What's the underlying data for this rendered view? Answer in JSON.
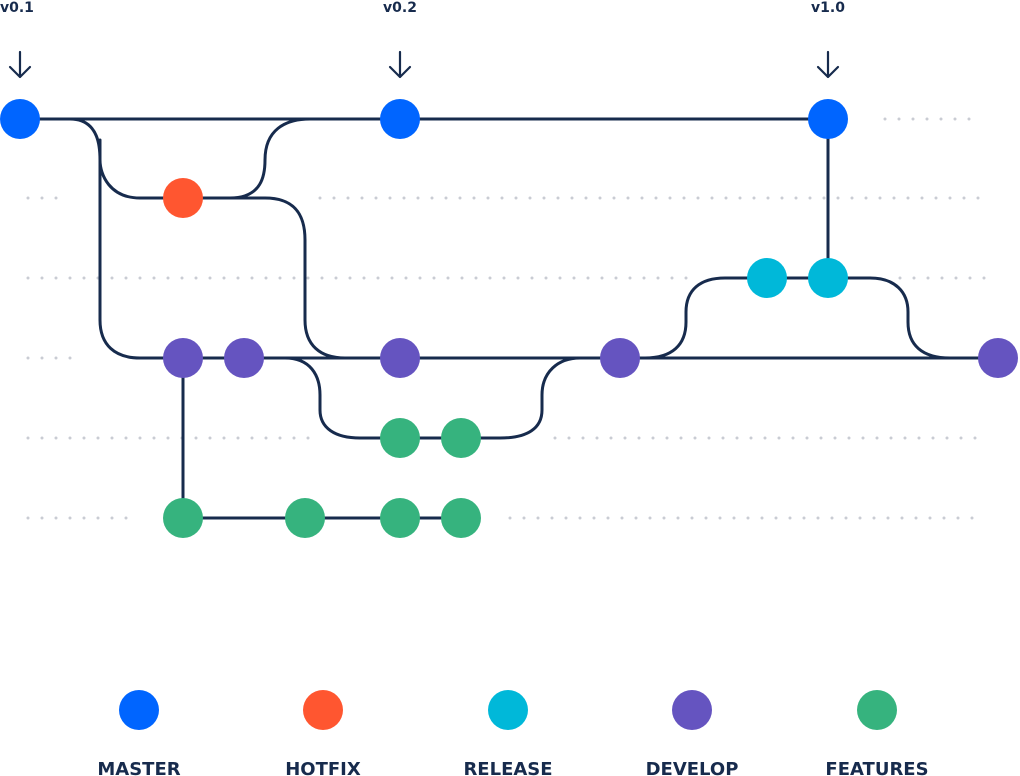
{
  "tags": [
    {
      "label": "v0.1",
      "commit": "m1"
    },
    {
      "label": "v0.2",
      "commit": "m2"
    },
    {
      "label": "v1.0",
      "commit": "m3"
    }
  ],
  "branches": [
    {
      "key": "master",
      "label": "MASTER",
      "color": "#0065ff"
    },
    {
      "key": "hotfix",
      "label": "HOTFIX",
      "color": "#ff5630"
    },
    {
      "key": "release",
      "label": "RELEASE",
      "color": "#00b8d9"
    },
    {
      "key": "develop",
      "label": "DEVELOP",
      "color": "#6554c0"
    },
    {
      "key": "features",
      "label": "FEATURES",
      "color": "#36b37e"
    }
  ],
  "commits": [
    {
      "id": "m1",
      "branch": "master"
    },
    {
      "id": "m2",
      "branch": "master"
    },
    {
      "id": "m3",
      "branch": "master"
    },
    {
      "id": "h1",
      "branch": "hotfix"
    },
    {
      "id": "r1",
      "branch": "release"
    },
    {
      "id": "r2",
      "branch": "release"
    },
    {
      "id": "d1",
      "branch": "develop"
    },
    {
      "id": "d2",
      "branch": "develop"
    },
    {
      "id": "d3",
      "branch": "develop"
    },
    {
      "id": "d4",
      "branch": "develop"
    },
    {
      "id": "d5",
      "branch": "develop"
    },
    {
      "id": "fa1",
      "branch": "features"
    },
    {
      "id": "fa2",
      "branch": "features"
    },
    {
      "id": "fb1",
      "branch": "features"
    },
    {
      "id": "fb2",
      "branch": "features"
    },
    {
      "id": "fb3",
      "branch": "features"
    },
    {
      "id": "fb4",
      "branch": "features"
    }
  ],
  "edges": [
    [
      "m1",
      "m2"
    ],
    [
      "m2",
      "m3"
    ],
    [
      "m1",
      "h1"
    ],
    [
      "h1",
      "m2"
    ],
    [
      "h1",
      "d3"
    ],
    [
      "m1",
      "d1"
    ],
    [
      "d1",
      "d2"
    ],
    [
      "d2",
      "d3"
    ],
    [
      "d3",
      "d4"
    ],
    [
      "d4",
      "d5"
    ],
    [
      "d2",
      "fa1"
    ],
    [
      "fa1",
      "fa2"
    ],
    [
      "fa2",
      "d4"
    ],
    [
      "d1",
      "fb1"
    ],
    [
      "fb1",
      "fb2"
    ],
    [
      "fb2",
      "fb3"
    ],
    [
      "fb3",
      "fb4"
    ],
    [
      "d4",
      "r1"
    ],
    [
      "r1",
      "r2"
    ],
    [
      "r2",
      "m3"
    ],
    [
      "r2",
      "d5"
    ]
  ]
}
